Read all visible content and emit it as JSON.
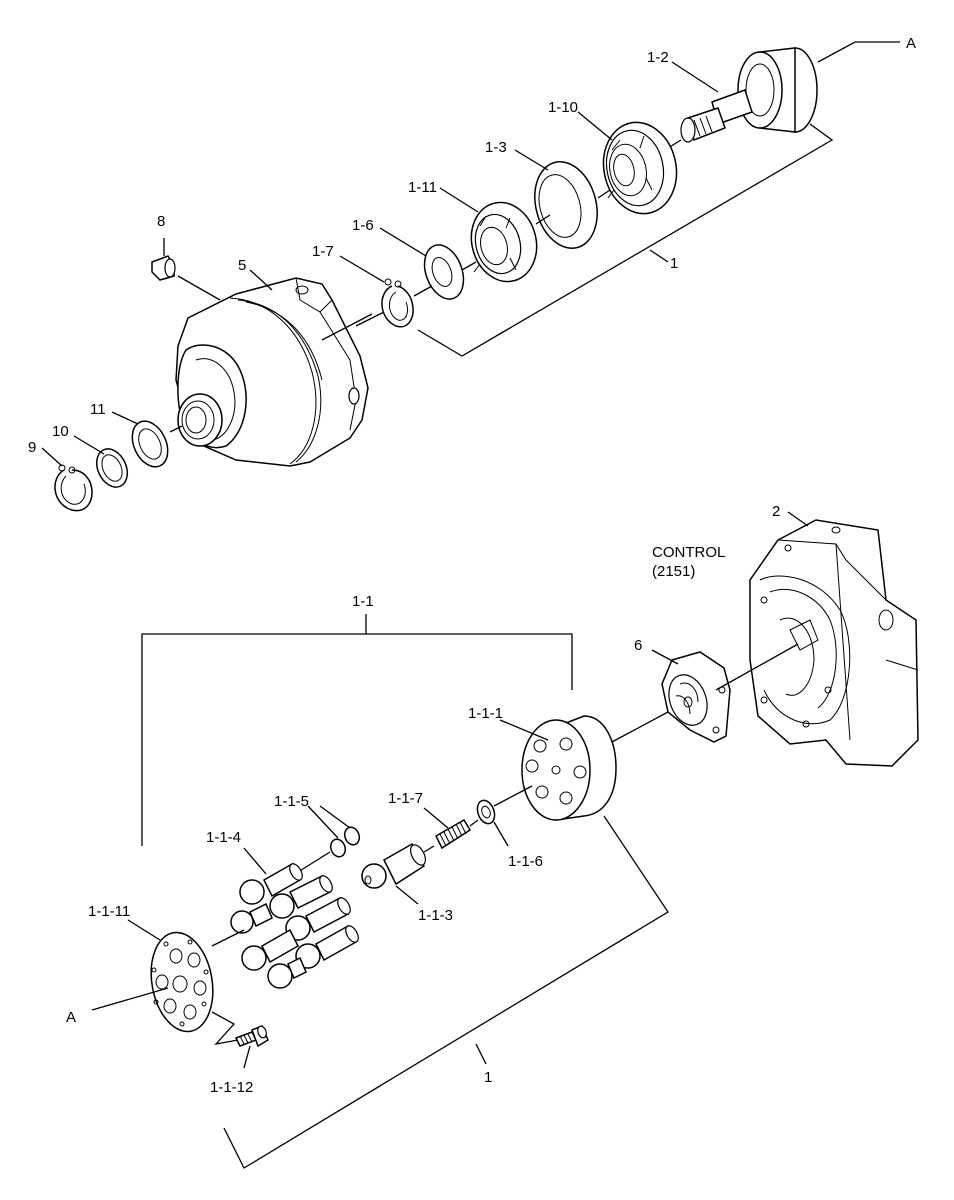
{
  "labels": {
    "A_top": "A",
    "l1_2": "1-2",
    "l1_10": "1-10",
    "l1_3": "1-3",
    "l1_11": "1-11",
    "l1_6": "1-6",
    "l1_7": "1-7",
    "l1_top": "1",
    "l8": "8",
    "l5": "5",
    "l11": "11",
    "l10": "10",
    "l9": "9",
    "l2": "2",
    "control": "CONTROL",
    "control_code": "(2151)",
    "l1_1": "1-1",
    "l6": "6",
    "l1_1_1": "1-1-1",
    "l1_1_5": "1-1-5",
    "l1_1_7": "1-1-7",
    "l1_1_4": "1-1-4",
    "l1_1_6": "1-1-6",
    "l1_1_3": "1-1-3",
    "l1_1_11": "1-1-11",
    "A_bottom": "A",
    "l1_1_12": "1-1-12",
    "l1_bottom": "1"
  }
}
